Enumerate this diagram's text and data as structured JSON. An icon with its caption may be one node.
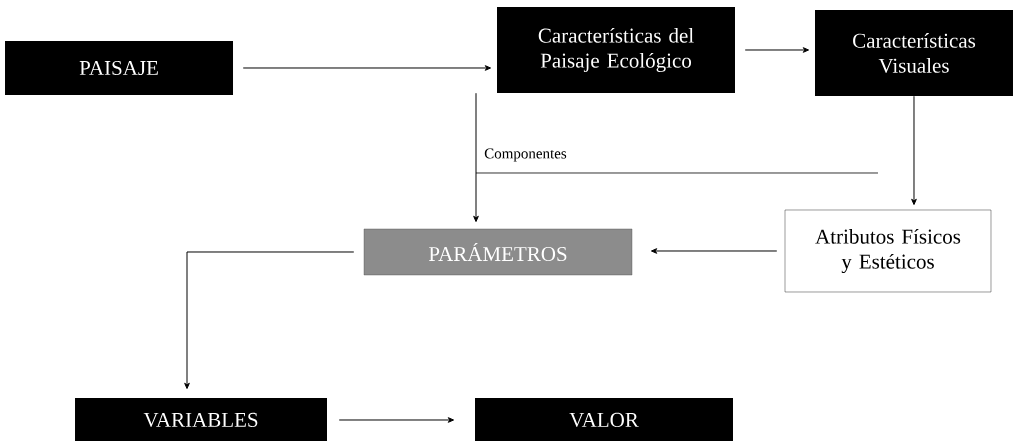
{
  "diagram": {
    "nodes": [
      {
        "text": [
          "PAISAJE"
        ]
      },
      {
        "text": [
          "Características del Paisaje Ecológico"
        ]
      },
      {
        "text": [
          "Características Visuales"
        ]
      },
      {
        "text": [
          "PARÁMETROS"
        ]
      },
      {
        "text": [
          "Atributos Físicos y Estéticos"
        ]
      },
      {
        "text": [
          "VARIABLES"
        ]
      },
      {
        "text": [
          "VALOR"
        ]
      }
    ],
    "edges": [
      {
        "from": 0,
        "to": 1,
        "arrow": "to"
      },
      {
        "from": 1,
        "to": 2,
        "arrow": "to"
      },
      {
        "from": 1,
        "to": 3,
        "arrow": "to",
        "label": "Componentes"
      },
      {
        "from": 2,
        "to": 4,
        "arrow": "to"
      },
      {
        "from": 4,
        "to": 3,
        "arrow": "to"
      },
      {
        "from": 3,
        "to": 5,
        "arrow": "to"
      },
      {
        "from": 5,
        "to": 6,
        "arrow": "to"
      }
    ]
  }
}
